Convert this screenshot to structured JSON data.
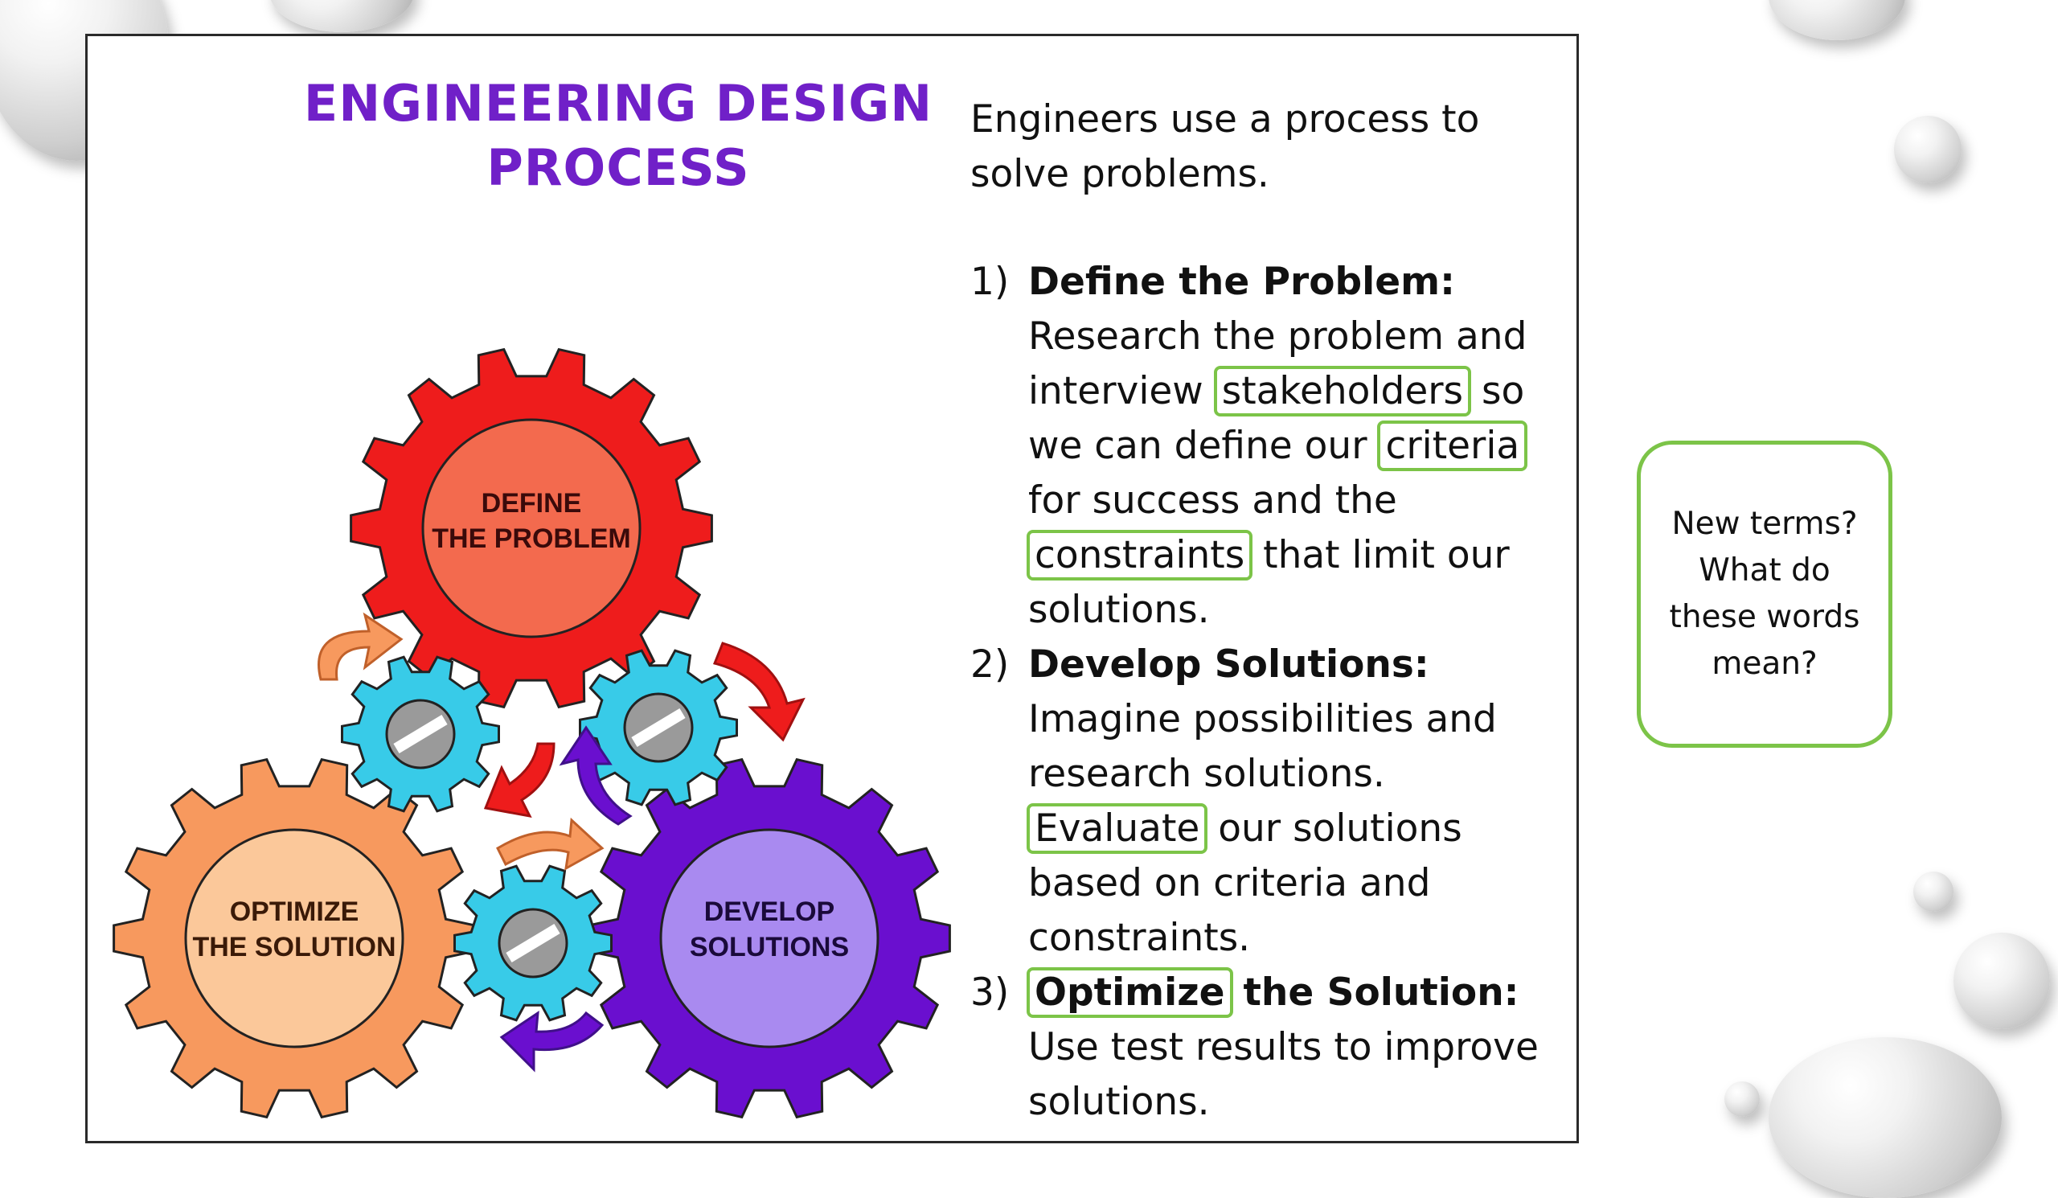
{
  "slide": {
    "title_line1": "ENGINEERING DESIGN",
    "title_line2": "PROCESS",
    "gears": {
      "define_line1": "DEFINE",
      "define_line2": "THE PROBLEM",
      "optimize_line1": "OPTIMIZE",
      "optimize_line2": "THE SOLUTION",
      "develop_line1": "DEVELOP",
      "develop_line2": "SOLUTIONS"
    },
    "intro": "Engineers use a process to solve problems.",
    "steps": [
      {
        "number": "1)",
        "heading": "Define the Problem:",
        "text_a": "Research the problem and interview",
        "term_a": "stakeholders",
        "text_b": "so we can define our",
        "term_b": "criteria",
        "text_c": "for success and the",
        "term_c": "constraints",
        "text_d": "that limit our solutions."
      },
      {
        "number": "2)",
        "heading": "Develop Solutions:",
        "text_a": "Imagine possibilities and research solutions.",
        "term_a": "Evaluate",
        "text_b": "our solutions based on criteria and constraints."
      },
      {
        "number": "3)",
        "heading_term": "Optimize",
        "heading_rest": "the Solution:",
        "text_a": "Use test results to improve solutions."
      }
    ],
    "note": "New terms?\nWhat do\nthese words\nmean?"
  },
  "colors": {
    "title": "#7020c8",
    "define_gear": "#ee1c1c",
    "define_center": "#f36a4e",
    "optimize_gear": "#f7995e",
    "optimize_center": "#fbc89a",
    "develop_gear": "#6a0fcf",
    "develop_center": "#a98af0",
    "small_gear": "#38cbe8",
    "term_outline": "#7cc448"
  }
}
